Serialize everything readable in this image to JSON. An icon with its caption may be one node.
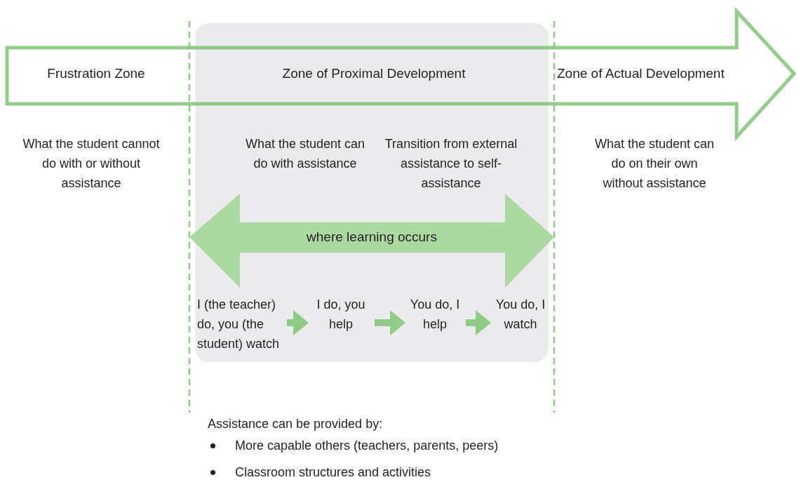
{
  "diagram": {
    "nodes": [
      {
        "text": [
          "Frustration Zone",
          "Zone of Proximal Development",
          "Zone of Actual Development"
        ]
      },
      {
        "text": [
          "where learning occurs"
        ]
      },
      {
        "text": [
          "I (the teacher) do, you (the student) watch"
        ]
      },
      {
        "text": [
          "I do, you help"
        ]
      },
      {
        "text": [
          "You do, I help"
        ]
      },
      {
        "text": [
          "You do, I watch"
        ]
      }
    ],
    "edges": [
      {
        "from": 2,
        "to": 3,
        "arrow": "to"
      },
      {
        "from": 3,
        "to": 4,
        "arrow": "to"
      },
      {
        "from": 4,
        "to": 5,
        "arrow": "to"
      }
    ],
    "labels": [
      "What the student cannot do with or without assistance",
      "What the student can do with assistance",
      "Transition from external assistance to self-assistance",
      "What the student can do on their own without assistance",
      "Assistance can be provided by:",
      "More capable others (teachers, parents, peers)",
      "Classroom structures and activities"
    ]
  }
}
